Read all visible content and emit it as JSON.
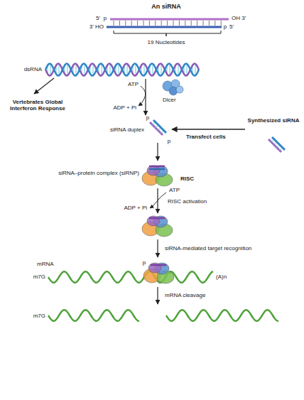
{
  "diagram": {
    "title": "An siRNA",
    "labels": [
      "5'",
      "p",
      "OH 3'",
      "3' HO",
      "p",
      "5'",
      "19 Nucleotides",
      "dsRNA",
      "ATP",
      "ADP + Pi",
      "Dicer",
      "Vertebrates Global Interferon Response",
      "Synthesized siRNA",
      "Transfect cells",
      "p",
      "siRNA duplex",
      "p",
      "siRNA–protein complex (siRNP)",
      "RISC",
      "ATP",
      "RISC activation",
      "ADP + Pi",
      "siRNA-mediated target recognition",
      "mRNA",
      "m7G",
      "p",
      "(A)n",
      "mRNA cleavage",
      "m7G"
    ]
  }
}
